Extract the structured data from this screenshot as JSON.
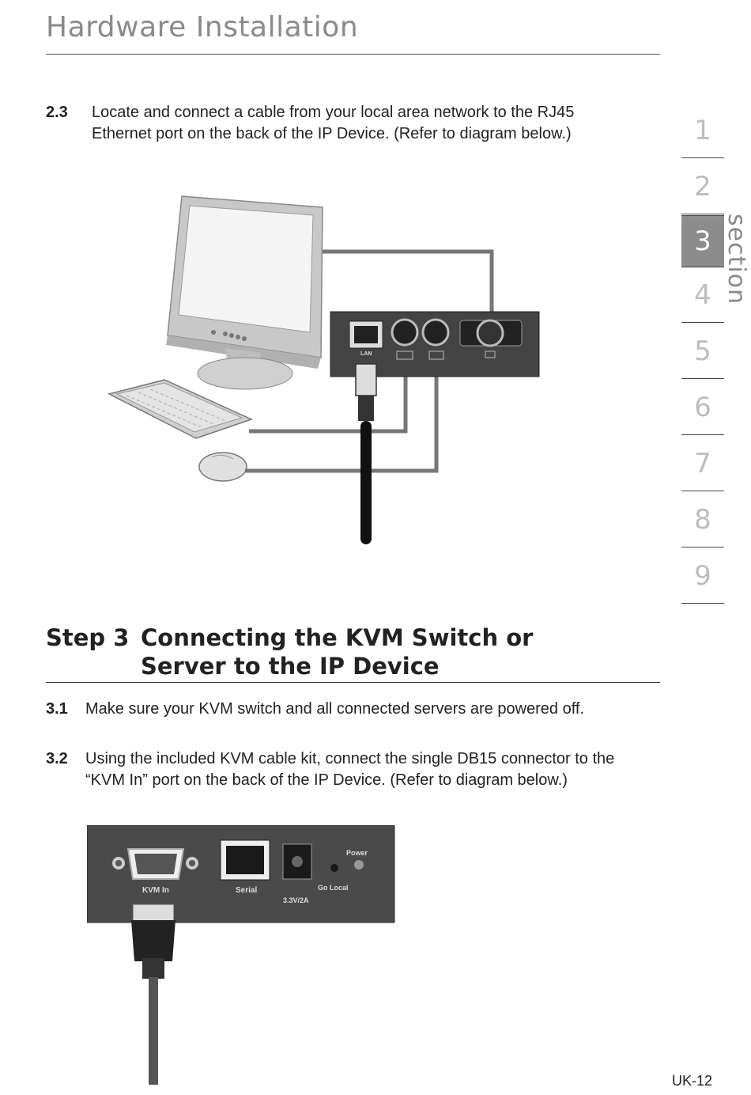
{
  "header": {
    "title": "Hardware Installation"
  },
  "steps": [
    {
      "number": "2.3",
      "text": "Locate and connect a cable from your local area network to the RJ45 Ethernet port on the back of the IP Device. (Refer to diagram below.)"
    },
    {
      "number": "3.1",
      "text": "Make sure your KVM switch and all connected servers are powered off."
    },
    {
      "number": "3.2",
      "text": "Using the included KVM cable kit, connect the single DB15 connector to the “KVM In” port on the back of the IP Device. (Refer to diagram below.)"
    }
  ],
  "step_heading": {
    "label": "Step 3",
    "title": "Connecting the KVM Switch or Server to the IP Device"
  },
  "nav": {
    "items": [
      "1",
      "2",
      "3",
      "4",
      "5",
      "6",
      "7",
      "8",
      "9"
    ],
    "active": "3",
    "section_label": "section"
  },
  "diagram1": {
    "port_label": "LAN"
  },
  "diagram2": {
    "kvm_in_label": "KVM In",
    "serial_label": "Serial",
    "power_label": "Power",
    "golocal_label": "Go Local",
    "voltage_label": "3.3V/2A"
  },
  "footer": {
    "page_number": "UK-12"
  }
}
